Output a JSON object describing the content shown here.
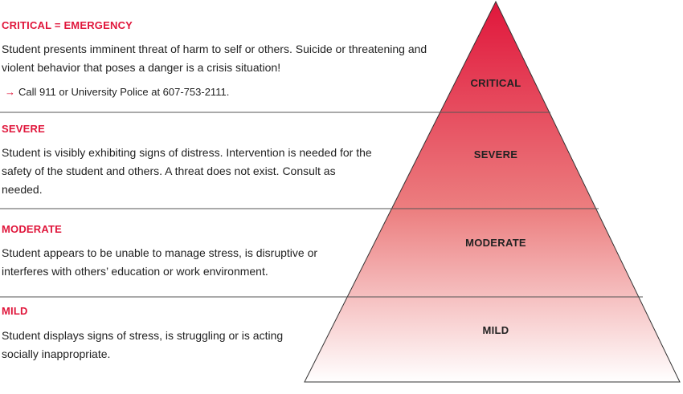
{
  "levels": [
    {
      "heading": "CRITICAL = EMERGENCY",
      "description": "Student presents imminent threat of harm to self or others. Suicide or threatening and violent behavior that poses a danger is a crisis situation!",
      "action": "Call 911 or University Police at 607-753-2111.",
      "pyramid_label": "CRITICAL"
    },
    {
      "heading": "SEVERE",
      "description": "Student is visibly exhibiting signs of distress. Intervention is needed for the safety of the student and others. A threat does not exist. Consult as needed.",
      "pyramid_label": "SEVERE"
    },
    {
      "heading": "MODERATE",
      "description": "Student appears to be unable to manage stress, is disruptive or interferes with others’ education or work environment.",
      "pyramid_label": "MODERATE"
    },
    {
      "heading": "MILD",
      "description": "Student displays signs of stress, is struggling or is acting socially inappropriate.",
      "pyramid_label": "MILD"
    }
  ],
  "action_arrow": "→",
  "colors": {
    "accent": "#e0163b",
    "pyramid_top": "#e0163b",
    "pyramid_bottom": "#ffffff",
    "divider": "#555555"
  }
}
